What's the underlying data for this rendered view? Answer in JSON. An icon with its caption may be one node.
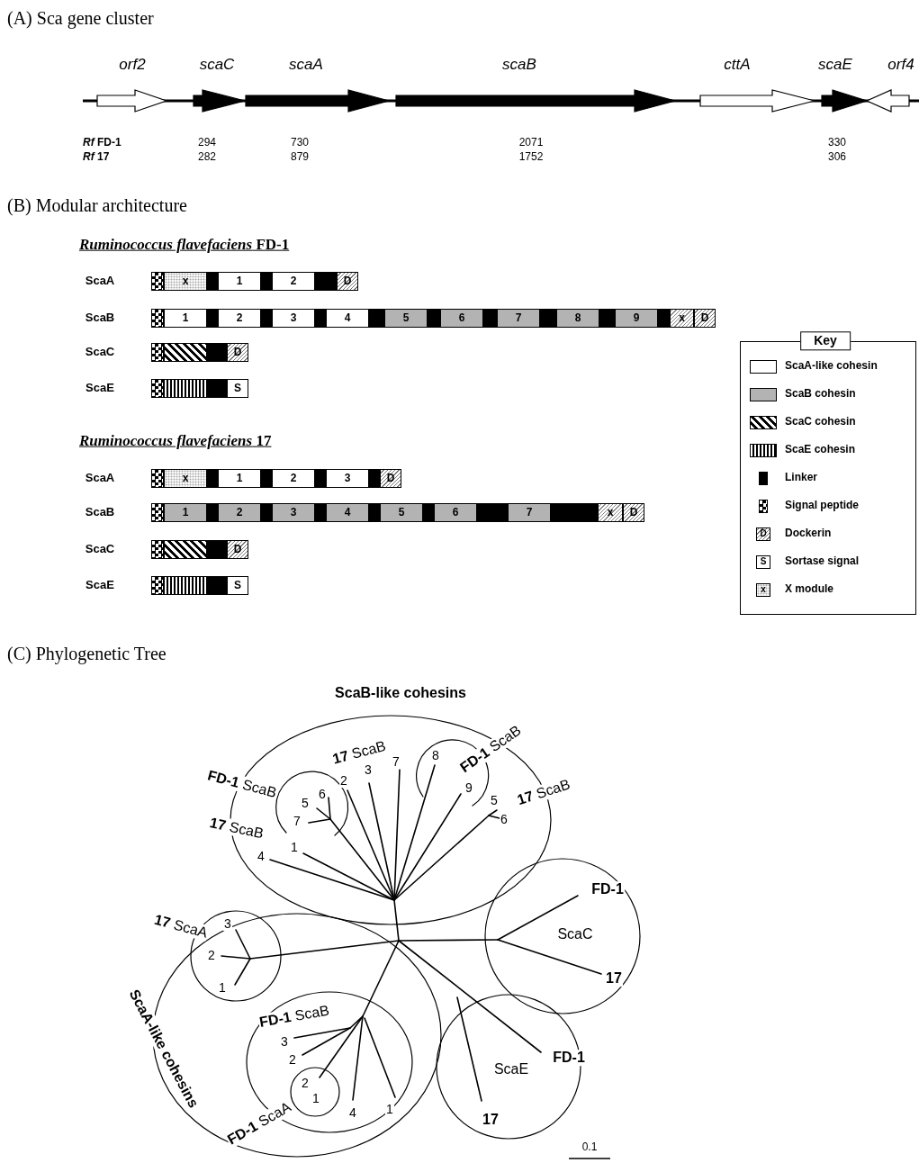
{
  "diagram": {
    "labels": [
      "(A) Sca gene cluster",
      "orf2",
      "scaC",
      "scaA",
      "scaB",
      "cttA",
      "scaE",
      "orf4",
      "*Rf* FD-1",
      "294",
      "730",
      "2071",
      "330",
      "*Rf* 17",
      "282",
      "879",
      "1752",
      "306",
      "(B) Modular architecture",
      "*Ruminococcus flavefaciens* FD-1",
      "ScaA",
      "x",
      "1",
      "2",
      "D",
      "ScaB",
      "1",
      "2",
      "3",
      "4",
      "5",
      "6",
      "7",
      "8",
      "9",
      "x",
      "D",
      "ScaC",
      "D",
      "ScaE",
      "S",
      "*Ruminococcus flavefaciens* 17",
      "ScaA",
      "x",
      "1",
      "2",
      "3",
      "D",
      "ScaB",
      "1",
      "2",
      "3",
      "4",
      "5",
      "6",
      "7",
      "x",
      "D",
      "ScaC",
      "D",
      "ScaE",
      "S",
      "Key",
      "D",
      "S",
      "x",
      "(C) Phylogenetic Tree",
      "ScaB-like cohesins",
      "**17** ScaB",
      "**FD-1** ScaB",
      "**FD-1** ScaB",
      "**17** ScaB",
      "**17** ScaB",
      "2",
      "3",
      "7",
      "8",
      "9",
      "5",
      "6",
      "5",
      "6",
      "7",
      "1",
      "4",
      "FD-1",
      "ScaC",
      "**17** ScaA",
      "3",
      "2",
      "1",
      "17",
      "**FD-1** ScaB",
      "3",
      "2",
      "FD-1",
      "ScaE",
      "2",
      "1",
      "4",
      "1",
      "ScaA-like cohesins",
      "17",
      "**FD-1** ScaA",
      "0.1"
    ],
    "legend": [
      {
        "text": "ScaA-like cohesin",
        "color": "#ffffff"
      },
      {
        "text": "ScaB cohesin",
        "color": "#b3b3b3"
      },
      {
        "text": "ScaC cohesin"
      },
      {
        "text": "ScaE cohesin"
      },
      {
        "text": "Linker",
        "color": "#000000"
      },
      {
        "text": "Signal peptide"
      },
      {
        "text": "Dockerin"
      },
      {
        "text": "Sortase signal"
      },
      {
        "text": "X module"
      }
    ]
  }
}
